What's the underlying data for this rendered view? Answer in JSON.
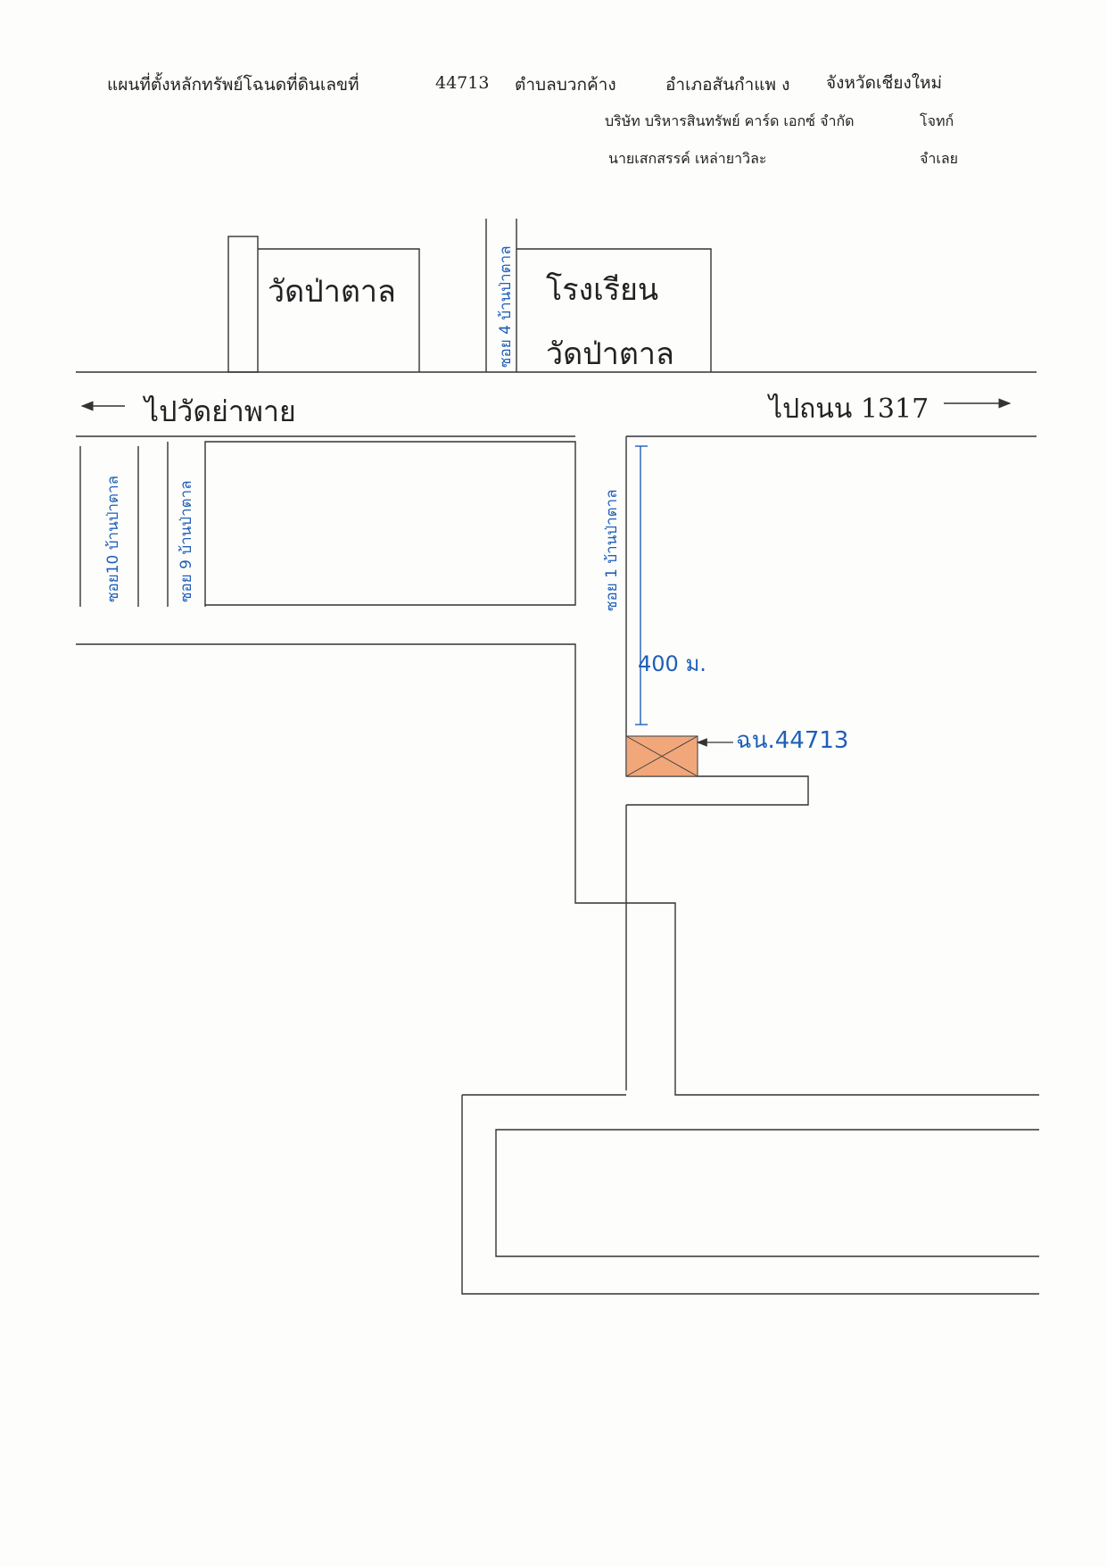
{
  "header": {
    "title_prefix": "แผนที่ตั้งหลักทรัพย์โฉนดที่ดินเลขที่",
    "deed_number": "44713",
    "subdistrict": "ตำบลบวกค้าง",
    "district": "อำเภอสันกำแพ ง",
    "province": "จังหวัดเชียงใหม่",
    "plaintiff_name": "บริษัท บริหารสินทรัพย์ คาร์ด เอกซ์ จำกัด",
    "plaintiff_role": "โจทก์",
    "defendant_name": "นายเสกสรรค์ เหล่ายาวิละ",
    "defendant_role": "จำเลย"
  },
  "map": {
    "landmarks": {
      "temple": "วัดป่าตาล",
      "school_line1": "โรงเรียน",
      "school_line2": "วัดป่าตาล"
    },
    "directions": {
      "left_label": "ไปวัดย่าพาย",
      "right_label": "ไปถนน 1317"
    },
    "soi_labels": {
      "soi4": "ซอย 4 บ้านป่าตาล",
      "soi10": "ซอย10 บ้านป่าตาล",
      "soi9": "ซอย 9 บ้านป่าตาล",
      "soi1": "ซอย 1 บ้านป่าตาล"
    },
    "distance_label": "400 ม.",
    "plot_label": "ฉน.44713",
    "colors": {
      "plot_fill": "#f2a77a",
      "handwriting": "#1f5fb8",
      "lines": "#333333"
    }
  }
}
